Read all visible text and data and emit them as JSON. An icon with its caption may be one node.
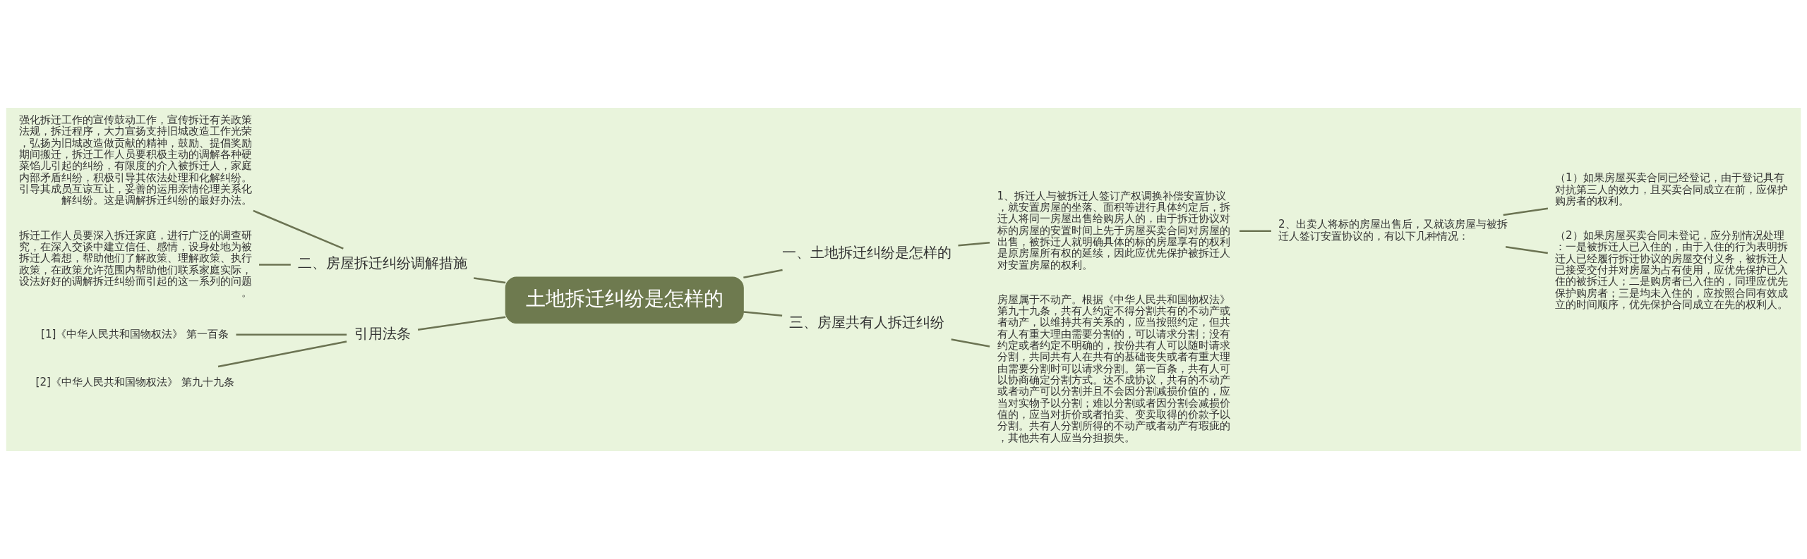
{
  "diagram": {
    "nodes": [
      {
        "text": [
          "土地拆迁纠纷是怎样的"
        ]
      },
      {
        "text": [
          "一、土地拆迁纠纷是怎样的"
        ]
      },
      {
        "text": [
          "1、拆迁人与被拆迁人签订产权调换补偿安置协议，就安置房屋的坐落、面积等进行具体约定后，拆迁人将同一房屋出售给购房人的，由于拆迁协议对标的房屋的安置时间上先于房屋买卖合同对房屋的出售，被拆迁人就明确具体的标的房屋享有的权利是原房屋所有权的延续，因此应优先保护被拆迁人对安置房屋的权利。"
        ]
      },
      {
        "text": [
          "2、出卖人将标的房屋出售后，又就该房屋与被拆迁人签订安置协议的，有以下几种情况："
        ]
      },
      {
        "text": [
          "（1）如果房屋买卖合同已经登记，由于登记具有对抗第三人的效力，且买卖合同成立在前，应保护购房者的权利。"
        ]
      },
      {
        "text": [
          "（2）如果房屋买卖合同未登记，应分别情况处理：一是被拆迁人已入住的，由于入住的行为表明拆迁人已经履行拆迁协议的房屋交付义务，被拆迁人已接受交付并对房屋为占有使用，应优先保护已入住的被拆迁人；二是购房者已入住的，同理应优先保护购房者；三是均未入住的，应按照合同有效成立的时间顺序，优先保护合同成立在先的权利人。"
        ]
      },
      {
        "text": [
          "三、房屋共有人拆迁纠纷"
        ]
      },
      {
        "text": [
          "房屋属于不动产。根据《中华人民共和国物权法》第九十九条，共有人约定不得分割共有的不动产或者动产，以维持共有关系的，应当按照约定，但共有人有重大理由需要分割的，可以请求分割；没有约定或者约定不明确的，按份共有人可以随时请求分割，共同共有人在共有的基础丧失或者有重大理由需要分割时可以请求分割。第一百条，共有人可以协商确定分割方式。达不成协议，共有的不动产或者动产可以分割并且不会因分割减损价值的，应当对实物予以分割；难以分割或者因分割会减损价值的，应当对折价或者拍卖、变卖取得的价款予以分割。共有人分割所得的不动产或者动产有瑕疵的，其他共有人应当分担损失。"
        ]
      },
      {
        "text": [
          "二、房屋拆迁纠纷调解措施"
        ]
      },
      {
        "text": [
          "强化拆迁工作的宣传鼓动工作，宣传拆迁有关政策法规，拆迁程序，大力宣扬支持旧城改造工作光荣，弘扬为旧城改造做贡献的精神，鼓励、提倡奖励期间搬迁，拆迁工作人员要积极主动的调解各种硬菜馅儿引起的纠纷，有限度的介入被拆迁人，家庭内部矛盾纠纷，积极引导其依法处理和化解纠纷。引导其成员互谅互让，妥善的运用亲情伦理关系化解纠纷。这是调解拆迁纠纷的最好办法。"
        ]
      },
      {
        "text": [
          "拆迁工作人员要深入拆迁家庭，进行广泛的调查研究，在深入交谈中建立信任、感情，设身处地为被拆迁人着想，帮助他们了解政策、理解政策、执行政策，在政策允许范围内帮助他们联系家庭实际，设法好好的调解拆迁纠纷而引起的这一系列的问题。"
        ]
      },
      {
        "text": [
          "引用法条"
        ]
      },
      {
        "text": [
          "[1]《中华人民共和国物权法》 第一百条"
        ]
      },
      {
        "text": [
          "[2]《中华人民共和国物权法》 第九十九条"
        ]
      }
    ],
    "edges": [
      {
        "from": 0,
        "to": 1,
        "arrow": "none"
      },
      {
        "from": 1,
        "to": 2,
        "arrow": "none"
      },
      {
        "from": 2,
        "to": 3,
        "arrow": "none"
      },
      {
        "from": 3,
        "to": 4,
        "arrow": "none"
      },
      {
        "from": 3,
        "to": 5,
        "arrow": "none"
      },
      {
        "from": 0,
        "to": 6,
        "arrow": "none"
      },
      {
        "from": 6,
        "to": 7,
        "arrow": "none"
      },
      {
        "from": 0,
        "to": 8,
        "arrow": "none"
      },
      {
        "from": 8,
        "to": 9,
        "arrow": "none"
      },
      {
        "from": 8,
        "to": 10,
        "arrow": "none"
      },
      {
        "from": 0,
        "to": 11,
        "arrow": "none"
      },
      {
        "from": 11,
        "to": 12,
        "arrow": "none"
      },
      {
        "from": 11,
        "to": 13,
        "arrow": "none"
      }
    ]
  }
}
